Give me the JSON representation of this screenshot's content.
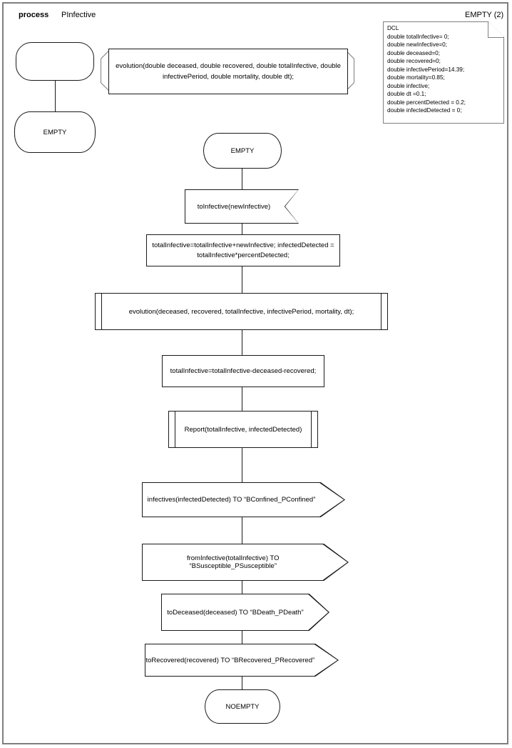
{
  "header": {
    "keyword": "process",
    "process_name": "PInfective",
    "page_label": "EMPTY (2)"
  },
  "declaration_note": {
    "title": "DCL",
    "text": "DCL\ndouble totalInfective= 0;\ndouble newInfective=0;\ndouble deceased=0;\ndouble recovered=0;\ndouble infectivePeriod=14.39;\ndouble mortality=0.85;\ndouble infective;\ndouble dt =0.1;\ndouble percentDetected = 0.2;\ndouble infectedDetected = 0;"
  },
  "procedure_declaration": {
    "text": "evolution(double deceased, double recovered, double totalInfective,\ndouble infectivePeriod, double mortality, double dt);"
  },
  "start_branch": {
    "start_label": "",
    "state_label": "EMPTY"
  },
  "main_flow": [
    {
      "id": "state-empty",
      "kind": "state",
      "label": "EMPTY"
    },
    {
      "id": "input-toinfective",
      "kind": "input",
      "label": "toInfective(newInfective)"
    },
    {
      "id": "task-accumulate",
      "kind": "task",
      "label": "totalInfective=totalInfective+newInfective;\ninfectedDetected = totalInfective*percentDetected;"
    },
    {
      "id": "call-evolution",
      "kind": "call",
      "label": "evolution(deceased, recovered, totalInfective, infectivePeriod, mortality, dt);"
    },
    {
      "id": "task-subtract",
      "kind": "task",
      "label": "totalInfective=totalInfective-deceased-recovered;"
    },
    {
      "id": "call-report",
      "kind": "call",
      "label": "Report(totalInfective, infectedDetected)"
    },
    {
      "id": "out-confined",
      "kind": "output",
      "label": "infectives(infectedDetected) TO “BConfined_PConfined”"
    },
    {
      "id": "out-susceptible",
      "kind": "output",
      "label": "fromInfective(totalInfective) TO “BSusceptible_PSusceptible”"
    },
    {
      "id": "out-death",
      "kind": "output",
      "label": "toDeceased(deceased) TO “BDeath_PDeath”"
    },
    {
      "id": "out-recovered",
      "kind": "output",
      "label": "toRecovered(recovered) TO “BRecovered_PRecovered”"
    },
    {
      "id": "state-noempty",
      "kind": "state",
      "label": "NOEMPTY"
    }
  ],
  "colors": {
    "stroke": "#1a1a1a",
    "frame": "#7f7f7f",
    "background": "#ffffff"
  }
}
